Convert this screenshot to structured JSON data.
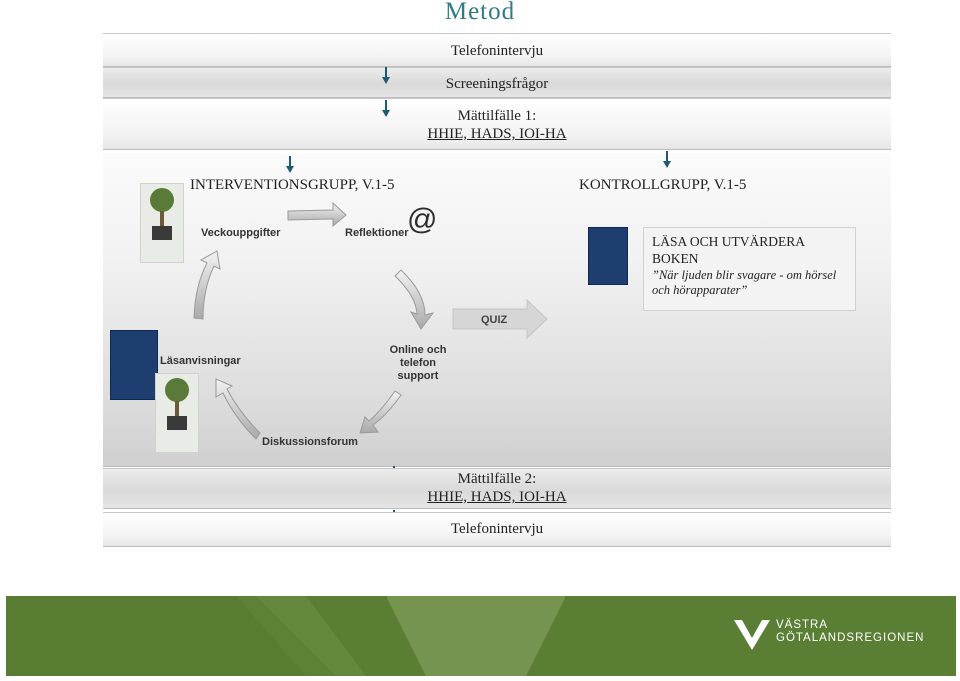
{
  "title": "Metod",
  "steps": {
    "phone_interview_1": "Telefonintervju",
    "screening": "Screeningsfrågor",
    "measure1_line1": "Mättilfälle 1:",
    "measure1_line2": "HHIE, HADS, IOI-HA",
    "measure2_line1": "Mättilfälle 2:",
    "measure2_line2": "HHIE, HADS, IOI-HA",
    "phone_interview_2": "Telefonintervju"
  },
  "intervention": {
    "label": "INTERVENTIONSGRUPP, V.1-5",
    "cycle": {
      "weekly_tasks": "Veckouppgifter",
      "reflections": "Reflektioner",
      "at_symbol": "@",
      "online_line1": "Online och",
      "online_line2": "telefon",
      "online_line3": "support",
      "discussion": "Diskussionsforum",
      "reading": "Läsanvisningar"
    },
    "quiz": "QUIZ"
  },
  "control": {
    "label": "KONTROLLGRUPP, V.1-5",
    "box_line1": "LÄSA OCH UTVÄRDERA",
    "box_line2": "BOKEN",
    "box_line3": "”När ljuden blir svagare - om hörsel",
    "box_line4": "och hörapparater”"
  },
  "logo": {
    "line1": "VÄSTRA",
    "line2": "GÖTALANDSREGIONEN"
  },
  "colors": {
    "title": "#2f7b86",
    "arrow": "#1f5a70",
    "footer": "#5a7f34",
    "book": "#1d3e6e"
  }
}
